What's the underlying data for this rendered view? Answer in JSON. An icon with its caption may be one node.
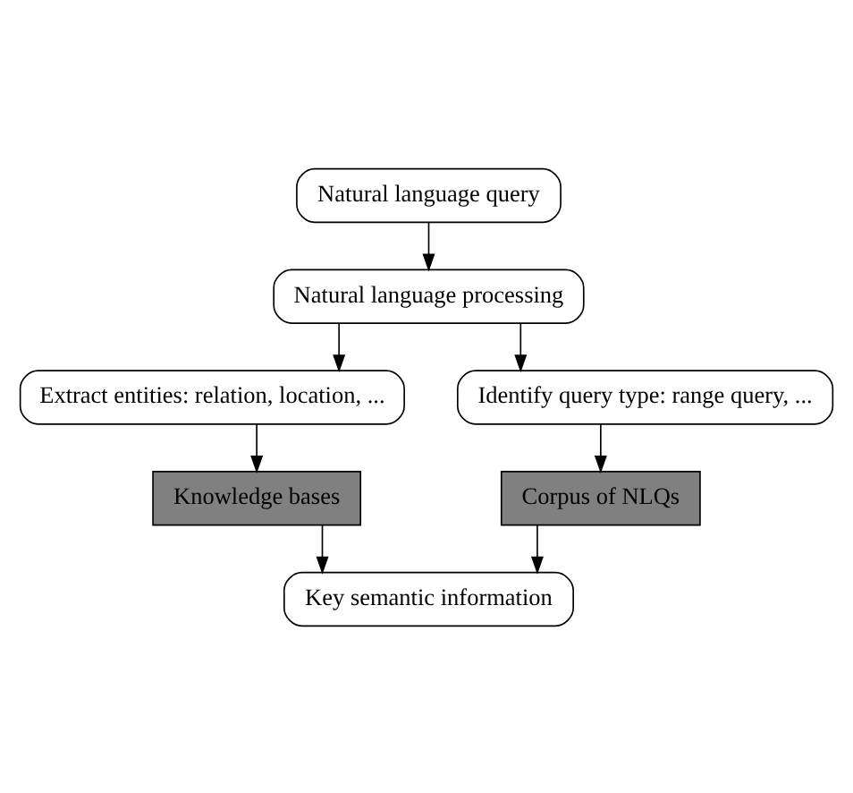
{
  "diagram": {
    "nodes": [
      {
        "text": [
          "Natural language query"
        ]
      },
      {
        "text": [
          "Natural language processing"
        ]
      },
      {
        "text": [
          "Extract entities: relation, location, ..."
        ]
      },
      {
        "text": [
          "Identify query type: range query, ..."
        ]
      },
      {
        "text": [
          "Knowledge bases"
        ]
      },
      {
        "text": [
          "Corpus of NLQs"
        ]
      },
      {
        "text": [
          "Key semantic information"
        ]
      }
    ],
    "edges": [
      {
        "from": 0,
        "to": 1,
        "arrow": "to"
      },
      {
        "from": 1,
        "to": 2,
        "arrow": "to"
      },
      {
        "from": 1,
        "to": 3,
        "arrow": "to"
      },
      {
        "from": 2,
        "to": 4,
        "arrow": "to"
      },
      {
        "from": 3,
        "to": 5,
        "arrow": "to"
      },
      {
        "from": 4,
        "to": 6,
        "arrow": "to"
      },
      {
        "from": 5,
        "to": 6,
        "arrow": "to"
      }
    ]
  }
}
